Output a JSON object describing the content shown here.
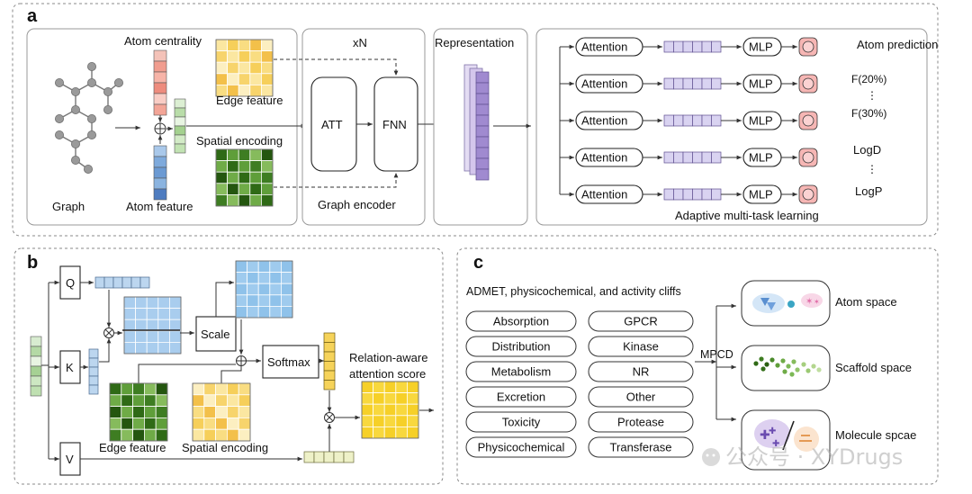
{
  "panels": {
    "a": {
      "letter": "a",
      "atom_centrality": "Atom centrality",
      "edge_feature": "Edge feature",
      "spatial_encoding": "Spatial encoding",
      "graph": "Graph",
      "atom_feature": "Atom feature",
      "xN": "xN",
      "att": "ATT",
      "fnn": "FNN",
      "graph_encoder": "Graph encoder",
      "representation": "Representation",
      "attention": "Attention",
      "mlp": "MLP",
      "outputs": [
        "Atom prediction",
        "F(20%)",
        "⋮",
        "F(30%)",
        "LogD",
        "⋮",
        "LogP"
      ],
      "adaptive": "Adaptive multi-task learning"
    },
    "b": {
      "letter": "b",
      "q": "Q",
      "k": "K",
      "v": "V",
      "scale": "Scale",
      "softmax": "Softmax",
      "relation_line1": "Relation-aware",
      "relation_line2": "attention score",
      "edge_feature": "Edge feature",
      "spatial_encoding": "Spatial encoding"
    },
    "c": {
      "letter": "c",
      "title": "ADMET, physicochemical, and activity cliffs",
      "left_items": [
        "Absorption",
        "Distribution",
        "Metabolism",
        "Excretion",
        "Toxicity",
        "Physicochemical"
      ],
      "right_items": [
        "GPCR",
        "Kinase",
        "NR",
        "Other",
        "Protease",
        "Transferase"
      ],
      "mpcd": "MPCD",
      "spaces": [
        "Atom space",
        "Scaffold space",
        "Molecule spcae"
      ],
      "watermark": "公众号 · XYDrugs"
    }
  },
  "colors": {
    "atom_centrality": "#f2a99c",
    "atom_feature": "#5b8bc9",
    "edge_grid": "#f3c85a",
    "spatial_grid": "#3f7a22",
    "rep_vector": "#b9a6dc",
    "query_vector": "#bcd4ee",
    "softmax_vector": "#f4d35e",
    "output_circle": "#f7b8b8"
  }
}
